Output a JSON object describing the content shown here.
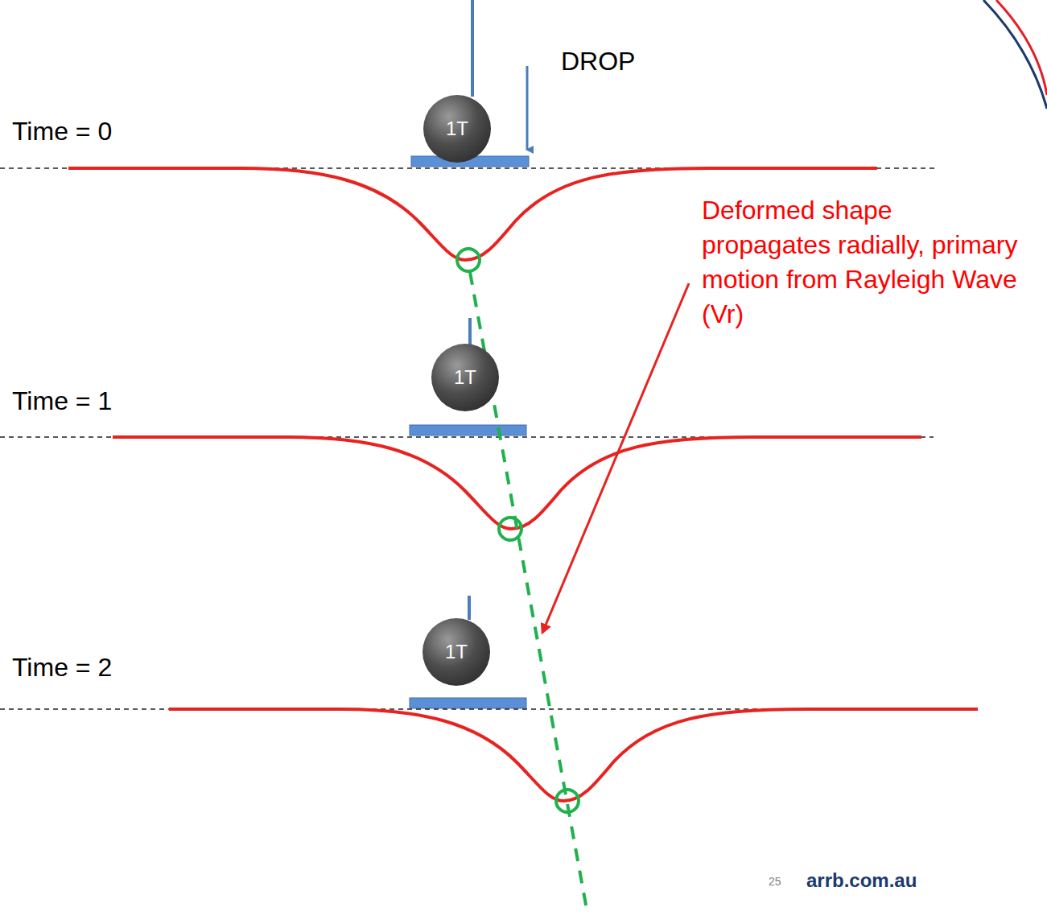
{
  "diagram": {
    "nodes": [
      {
        "text": [
          "1T"
        ]
      },
      {
        "text": [
          "1T"
        ]
      },
      {
        "text": [
          "1T"
        ]
      }
    ],
    "labels": [
      "DROP",
      "Time = 0",
      "Time = 1",
      "Time = 2",
      "Deformed shape propagates radially, primary motion from Rayleigh Wave (Vr)",
      "25",
      "arrb.com.au"
    ]
  }
}
